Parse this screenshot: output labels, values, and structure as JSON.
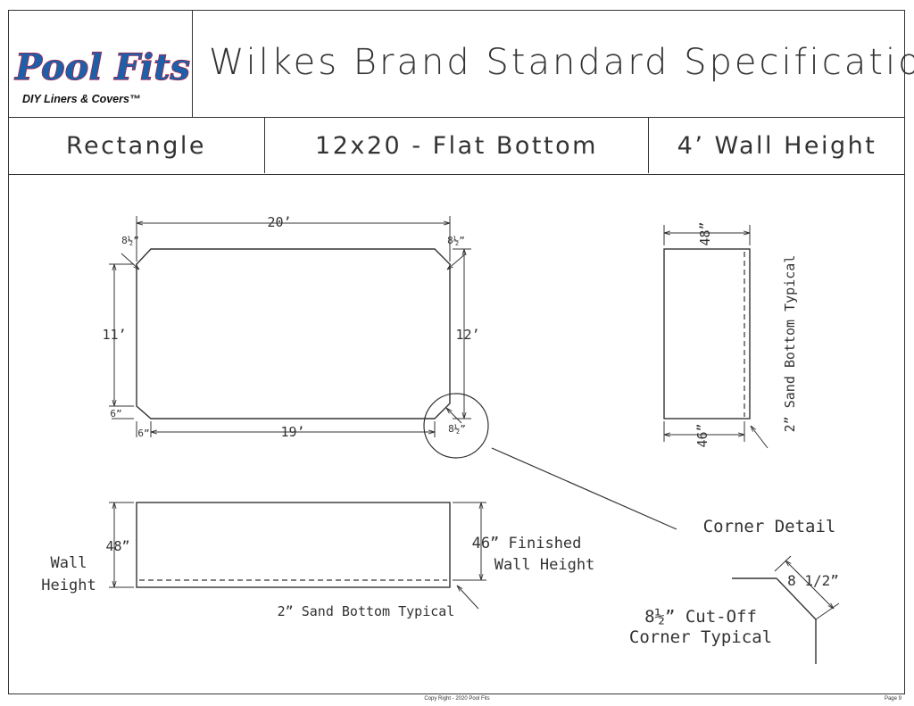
{
  "header": {
    "logo_text": "Pool Fits",
    "logo_tagline": "DIY Liners & Covers™",
    "title": "Wilkes Brand Standard Specification"
  },
  "spec": {
    "shape": "Rectangle",
    "size": "12x20 - Flat Bottom",
    "wall_height": "4’ Wall Height"
  },
  "plan_view": {
    "top_length": "20’",
    "corner_tl": "8½”",
    "corner_tr": "8½”",
    "left_length": "11’",
    "right_length": "12’",
    "corner_bl_vertical": "6”",
    "corner_bl_horizontal": "6”",
    "bottom_length": "19’",
    "corner_br": "8½”"
  },
  "end_view": {
    "top_width": "48”",
    "bottom_width": "46”",
    "note": "2” Sand Bottom Typical"
  },
  "side_view": {
    "height": "48”",
    "wall_height_label_line1": "Wall",
    "wall_height_label_line2": "Height",
    "finished_line1": "46” Finished",
    "finished_line2": "Wall Height",
    "note": "2” Sand Bottom Typical"
  },
  "corner_detail": {
    "callout": "Corner Detail",
    "dimension": "8 1/2”",
    "note_line1": "8½” Cut-Off",
    "note_line2": "Corner Typical"
  },
  "footer": {
    "copyright": "Copy Right - 2020 Pool Fits",
    "page": "Page 9"
  },
  "colors": {
    "line": "#333333",
    "logo_blue": "#1f5fa8",
    "logo_red": "#c8102e"
  }
}
